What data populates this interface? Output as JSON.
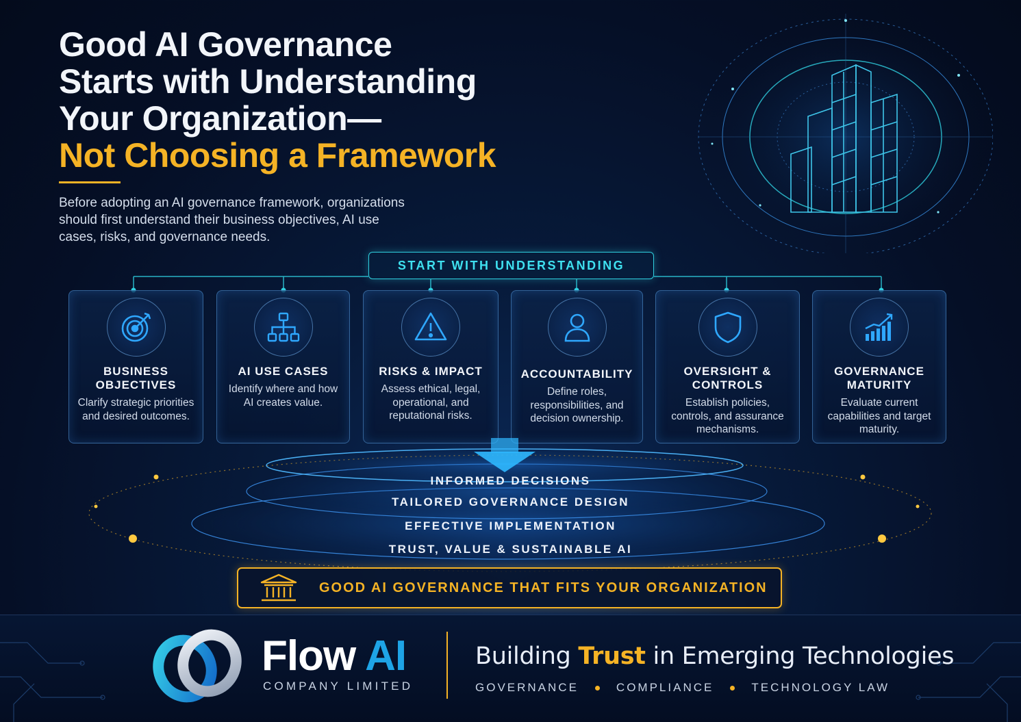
{
  "header": {
    "title_lines": [
      "Good AI Governance",
      "Starts with Understanding",
      "Your Organization—"
    ],
    "title_accent": "Not Choosing a Framework",
    "intro": "Before adopting an AI governance framework, organizations should first understand their business objectives, AI use cases, risks, and governance needs."
  },
  "start_label": "START WITH UNDERSTANDING",
  "cards": [
    {
      "title": "BUSINESS OBJECTIVES",
      "desc": "Clarify strategic priorities and desired outcomes.",
      "icon": "target-icon"
    },
    {
      "title": "AI USE CASES",
      "desc": "Identify where and how AI creates value.",
      "icon": "hierarchy-icon"
    },
    {
      "title": "RISKS & IMPACT",
      "desc": "Assess ethical, legal, operational, and reputational risks.",
      "icon": "warning-icon"
    },
    {
      "title": "ACCOUNTABILITY",
      "desc": "Define roles, responsibilities, and decision ownership.",
      "icon": "person-icon"
    },
    {
      "title": "OVERSIGHT & CONTROLS",
      "desc": "Establish policies, controls, and assurance mechanisms.",
      "icon": "shield-icon"
    },
    {
      "title": "GOVERNANCE MATURITY",
      "desc": "Evaluate current capabilities and target maturity.",
      "icon": "growth-chart-icon"
    }
  ],
  "outcomes": [
    "INFORMED DECISIONS",
    "TAILORED GOVERNANCE DESIGN",
    "EFFECTIVE IMPLEMENTATION",
    "TRUST, VALUE & SUSTAINABLE AI"
  ],
  "fit_bar": {
    "text": "GOOD AI GOVERNANCE THAT FITS YOUR ORGANIZATION",
    "icon": "institution-icon"
  },
  "footer": {
    "brand_name": "Flow",
    "brand_name_accent": "AI",
    "brand_sub": "COMPANY LIMITED",
    "tagline_pre": "Building",
    "tagline_accent": "Trust",
    "tagline_post": "in Emerging Technologies",
    "services": [
      "GOVERNANCE",
      "COMPLIANCE",
      "TECHNOLOGY LAW"
    ]
  },
  "colors": {
    "accent": "#f5b325",
    "cyan": "#2fd0e0",
    "blue": "#1ea4e6",
    "background": "#050f26"
  }
}
